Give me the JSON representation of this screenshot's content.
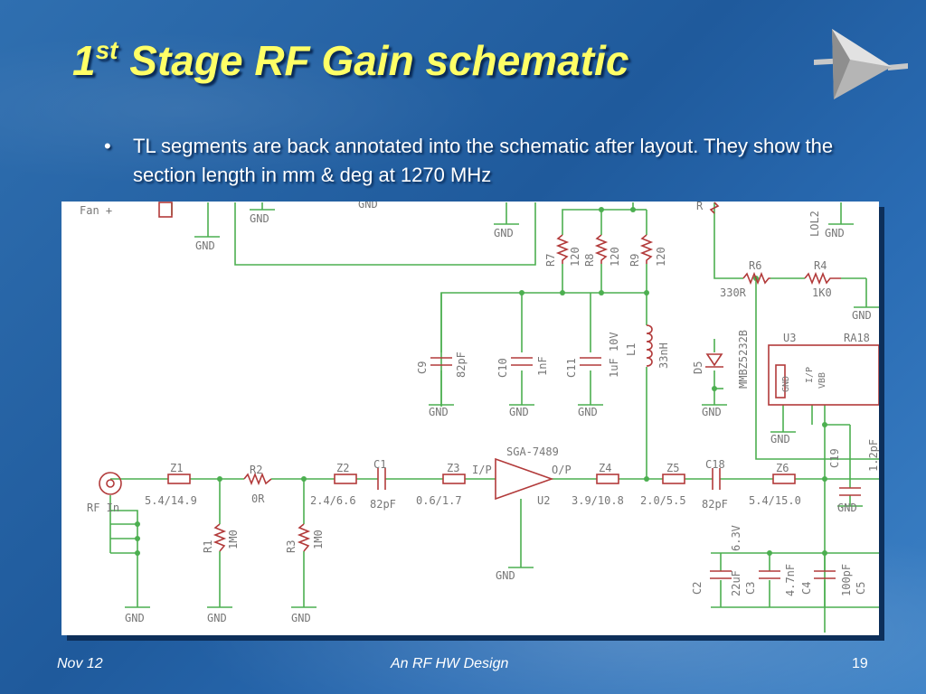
{
  "slide": {
    "title_number": "1",
    "title_superscript": "st",
    "title_rest": " Stage RF Gain schematic",
    "bullet_symbol": "•",
    "bullet_text": "TL segments are back annotated into the schematic after layout. They show the section length in mm & deg at 1270 MHz",
    "colors": {
      "title": "#ffff66",
      "background": "#2a6cb4",
      "wire": "#4caf50",
      "component": "#b23a3a",
      "label": "#777777"
    }
  },
  "footer": {
    "left": "Nov 12",
    "center": "An RF HW Design",
    "right": "19"
  },
  "schematic": {
    "labels": {
      "fan": "Fan +",
      "gnd": "GND",
      "rf_in": "RF In",
      "r7": "R7",
      "r8": "R8",
      "r9": "R9",
      "r120": "120",
      "r6": "R6",
      "r6_val": "330R",
      "r4": "R4",
      "r4_val": "1K0",
      "lol": "LOL2",
      "c9": "C9",
      "c9_val": "82pF",
      "c10": "C10",
      "c10_val": "1nF",
      "c11": "C11",
      "c11_val": "1uF 10V",
      "l1": "L1",
      "l1_val": "33nH",
      "d5": "D5",
      "d5_val": "MMBZ5232B",
      "u3": "U3",
      "ra": "RA18",
      "u3_gnd": "GND",
      "u3_ip": "I/P",
      "u3_vbb": "VBB",
      "z1": "Z1",
      "z1_val": "5.4/14.9",
      "r2": "R2",
      "r2_val": "0R",
      "z2": "Z2",
      "z2_val": "2.4/6.6",
      "c1": "C1",
      "c1_val": "82pF",
      "z3": "Z3",
      "z3_val": "0.6/1.7",
      "sga": "SGA-7489",
      "ip": "I/P",
      "op": "O/P",
      "u2": "U2",
      "z4": "Z4",
      "z4_val": "3.9/10.8",
      "z5": "Z5",
      "z5_val": "2.0/5.5",
      "c18": "C18",
      "c18_val": "82pF",
      "z6": "Z6",
      "z6_val": "5.4/15.0",
      "c19": "C19",
      "c19_val": "1.2pF",
      "r1": "R1",
      "r1_val": "1M0",
      "r3": "R3",
      "r3_val": "1M0",
      "c2": "C2",
      "c2_val": "22uF",
      "c2_v": "6.3V",
      "c3": "C3",
      "c3_val": "4.7nF",
      "c4": "C4",
      "c4_val": "100pF",
      "c5": "C5",
      "r_top": "R"
    }
  }
}
